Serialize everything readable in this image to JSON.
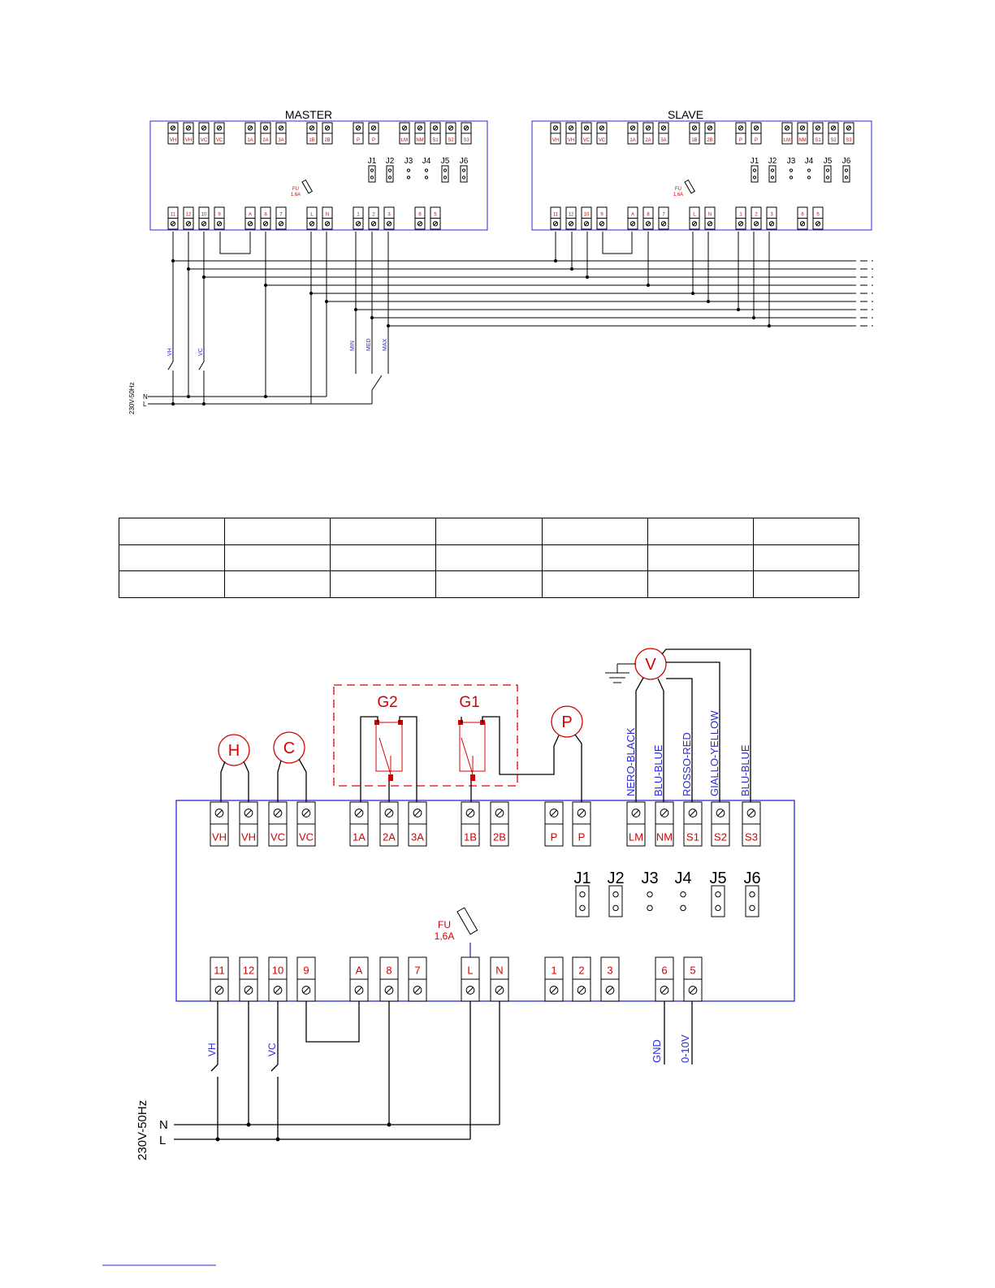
{
  "colors": {
    "frame": "#2a2ad4",
    "terminal_label": "#d40000",
    "wire": "#000000",
    "note": "#2a2ad4",
    "device": "#d40000"
  },
  "top": {
    "master_title": "MASTER",
    "slave_title": "SLAVE",
    "top_terminals": [
      "VH",
      "VH",
      "VC",
      "VC",
      "1A",
      "2A",
      "3A",
      "1B",
      "2B",
      "P",
      "P",
      "LM",
      "NM",
      "S1",
      "S2",
      "S3"
    ],
    "bottom_terminals": [
      "11",
      "12",
      "10",
      "9",
      "A",
      "8",
      "7",
      "L",
      "N",
      "1",
      "2",
      "3",
      "6",
      "5"
    ],
    "jumpers": [
      "J1",
      "J2",
      "J3",
      "J4",
      "J5",
      "J6"
    ],
    "fuse": [
      "FU",
      "1,6A"
    ],
    "switch_labels": [
      "VH",
      "VC",
      "MIN",
      "MED",
      "MAX"
    ],
    "supply": "230V-50Hz",
    "n_label": "N",
    "l_label": "L"
  },
  "table": {
    "rows": 3,
    "cols": 7
  },
  "bottom": {
    "top_terminals": [
      "VH",
      "VH",
      "VC",
      "VC",
      "1A",
      "2A",
      "3A",
      "1B",
      "2B",
      "P",
      "P",
      "LM",
      "NM",
      "S1",
      "S2",
      "S3"
    ],
    "bottom_terminals": [
      "11",
      "12",
      "10",
      "9",
      "A",
      "8",
      "7",
      "L",
      "N",
      "1",
      "2",
      "3",
      "6",
      "5"
    ],
    "jumpers": [
      "J1",
      "J2",
      "J3",
      "J4",
      "J5",
      "J6"
    ],
    "fuse": [
      "FU",
      "1,6A"
    ],
    "devices": {
      "H": "H",
      "C": "C",
      "P": "P",
      "V": "V",
      "G2": "G2",
      "G1": "G1"
    },
    "wire_colors": [
      "NERO-BLACK",
      "BLU-BLUE",
      "ROSSO-RED",
      "GIALLO-YELLOW",
      "BLU-BLUE"
    ],
    "out_labels": [
      "GND",
      "0-10V"
    ],
    "switch_labels": [
      "VH",
      "VC"
    ],
    "supply": "230V-50Hz",
    "n_label": "N",
    "l_label": "L"
  }
}
